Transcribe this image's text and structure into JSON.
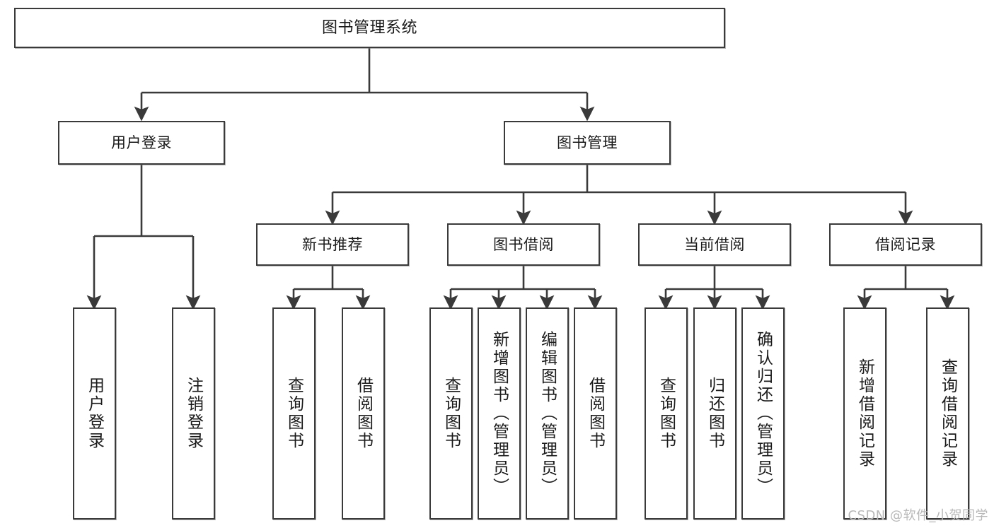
{
  "diagram": {
    "type": "tree-hierarchy",
    "title": "图书管理系统",
    "watermark": "CSDN @软件_小贺同学",
    "colors": {
      "box_border": "#3a3a3a",
      "box_fill": "#ffffff",
      "edge": "#3a3a3a",
      "text": "#1a1a1a",
      "watermark": "#b8b8b8",
      "background": "#ffffff"
    },
    "nodes": {
      "root": {
        "label": "图书管理系统"
      },
      "level2": [
        {
          "label": "用户登录"
        },
        {
          "label": "图书管理"
        }
      ],
      "level3": [
        {
          "label": "新书推荐"
        },
        {
          "label": "图书借阅"
        },
        {
          "label": "当前借阅"
        },
        {
          "label": "借阅记录"
        }
      ],
      "leaves_user_login": [
        {
          "label": "用户登录"
        },
        {
          "label": "注销登录"
        }
      ],
      "leaves_new_book": [
        {
          "label": "查询图书"
        },
        {
          "label": "借阅图书"
        }
      ],
      "leaves_book_borrow": [
        {
          "label": "查询图书"
        },
        {
          "label": "新增图书（管理员）"
        },
        {
          "label": "编辑图书（管理员）"
        },
        {
          "label": "借阅图书"
        }
      ],
      "leaves_current_borrow": [
        {
          "label": "查询图书"
        },
        {
          "label": "归还图书"
        },
        {
          "label": "确认归还（管理员）"
        }
      ],
      "leaves_borrow_record": [
        {
          "label": "新增借阅记录"
        },
        {
          "label": "查询借阅记录"
        }
      ]
    }
  }
}
